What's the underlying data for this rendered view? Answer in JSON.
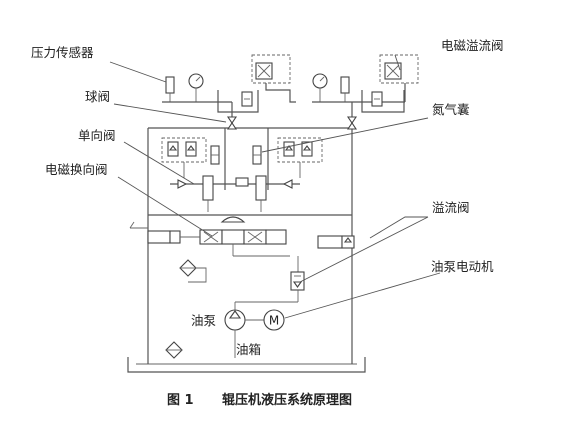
{
  "caption": {
    "figure_no": "图 1",
    "title": "辊压机液压系统原理图"
  },
  "labels": {
    "pressure_sensor": "压力传感器",
    "solenoid_relief_valve": "电磁溢流阀",
    "ball_valve": "球阀",
    "nitrogen_bag": "氮气囊",
    "check_valve": "单向阀",
    "solenoid_directional_valve": "电磁换向阀",
    "relief_valve": "溢流阀",
    "pump_motor": "油泵电动机",
    "oil_pump": "油泵",
    "oil_tank": "油箱",
    "motor_symbol": "M"
  }
}
